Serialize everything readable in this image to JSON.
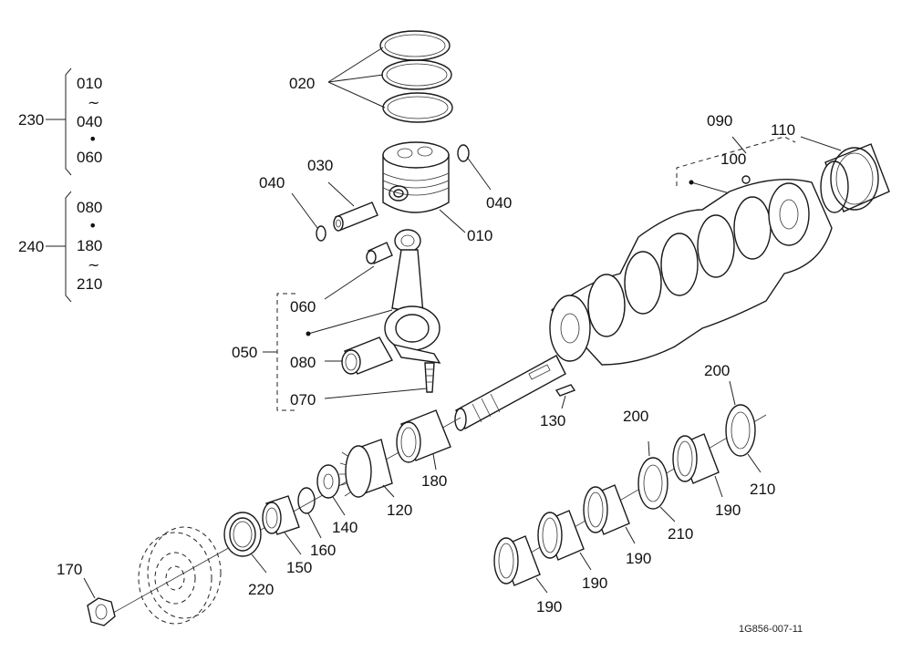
{
  "labels": {
    "l010": "010",
    "l020": "020",
    "l030": "030",
    "l040a": "040",
    "l040b": "040",
    "l050": "050",
    "l060": "060",
    "l070": "070",
    "l080": "080",
    "l090": "090",
    "l100": "100",
    "l110": "110",
    "l120": "120",
    "l130": "130",
    "l140": "140",
    "l150": "150",
    "l160": "160",
    "l170": "170",
    "l180": "180",
    "l190a": "190",
    "l190b": "190",
    "l190c": "190",
    "l190d": "190",
    "l200a": "200",
    "l200b": "200",
    "l210a": "210",
    "l210b": "210",
    "l220": "220"
  },
  "groups": {
    "g230": {
      "label": "230",
      "items": [
        "010",
        "040",
        "060"
      ],
      "sep1": "~",
      "sep2": "•"
    },
    "g240": {
      "label": "240",
      "items": [
        "080",
        "180",
        "210"
      ],
      "sep1": "•",
      "sep2": "~"
    }
  },
  "figure_ref": "1G856-007-11"
}
